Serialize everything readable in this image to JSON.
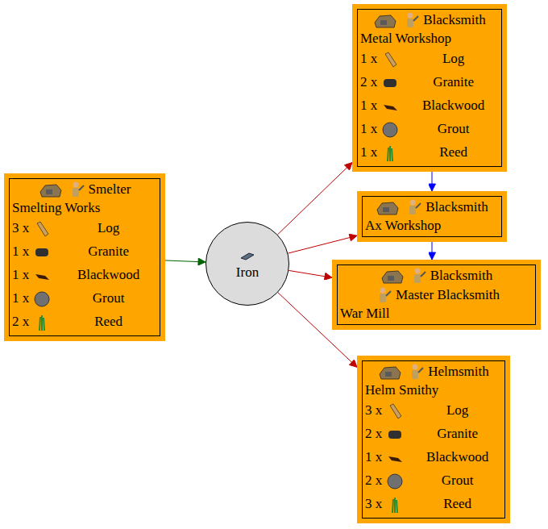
{
  "diagram": {
    "nodes": [
      {
        "text": [
          "Smelter",
          "Smelting Works",
          "3 x",
          "Log",
          "1 x",
          "Granite",
          "1 x",
          "Blackwood",
          "1 x",
          "Grout",
          "2 x",
          "Reed"
        ]
      },
      {
        "text": [
          "Iron"
        ]
      },
      {
        "text": [
          "Blacksmith",
          "Metal Workshop",
          "1 x",
          "Log",
          "2 x",
          "Granite",
          "1 x",
          "Blackwood",
          "1 x",
          "Grout",
          "1 x",
          "Reed"
        ]
      },
      {
        "text": [
          "Blacksmith",
          "Ax Workshop"
        ]
      },
      {
        "text": [
          "Blacksmith",
          "Master Blacksmith",
          "War Mill"
        ]
      },
      {
        "text": [
          "Helmsmith",
          "Helm Smithy",
          "3 x",
          "Log",
          "2 x",
          "Granite",
          "1 x",
          "Blackwood",
          "2 x",
          "Grout",
          "3 x",
          "Reed"
        ]
      }
    ],
    "edges": [
      {
        "from": 0,
        "to": 1,
        "arrow": "to"
      },
      {
        "from": 1,
        "to": 2,
        "arrow": "to"
      },
      {
        "from": 1,
        "to": 3,
        "arrow": "to"
      },
      {
        "from": 1,
        "to": 4,
        "arrow": "to"
      },
      {
        "from": 1,
        "to": 5,
        "arrow": "to"
      },
      {
        "from": 2,
        "to": 3,
        "arrow": "to"
      },
      {
        "from": 3,
        "to": 4,
        "arrow": "to"
      }
    ]
  }
}
